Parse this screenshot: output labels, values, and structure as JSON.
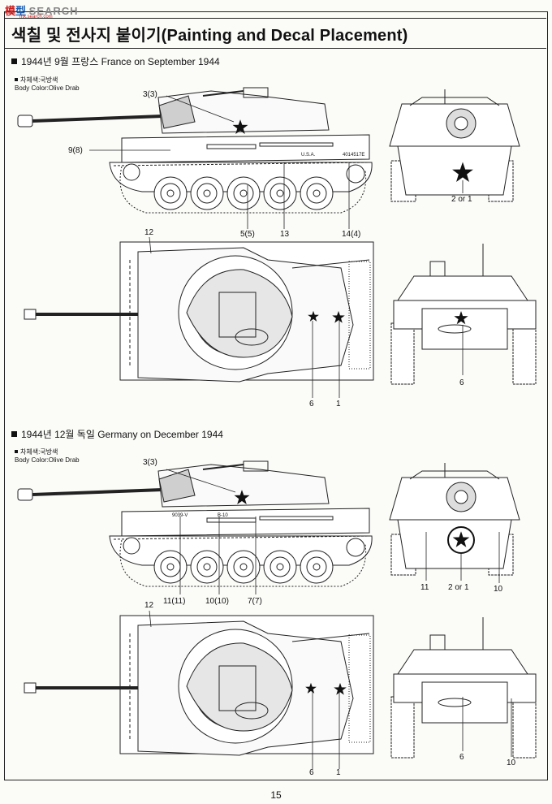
{
  "watermark": {
    "text_a": "模",
    "text_b": "型",
    "text_c": "SEARCH",
    "sub": "mx.search.com"
  },
  "title": "색칠 및 전사지 붙이기(Painting and Decal Placement)",
  "section1": {
    "heading": "1944년 9월 프랑스 France on September 1944",
    "note_ko": "차체색:국방색",
    "note_en": "Body Color:Olive Drab",
    "side_labels": [
      "3(3)",
      "9(8)",
      "5(5)",
      "13",
      "14(4)"
    ],
    "top_labels": [
      "12",
      "6",
      "1"
    ],
    "front_labels": [
      "2 or 1"
    ],
    "rear_labels": [
      "6"
    ],
    "hull_markings": [
      "U.S.A.",
      "4014517E"
    ]
  },
  "section2": {
    "heading": "1944년 12월 독일 Germany on December 1944",
    "note_ko": "차체색:국방색",
    "note_en": "Body Color:Olive Drab",
    "side_labels": [
      "3(3)",
      "11(11)",
      "10(10)",
      "7(7)"
    ],
    "top_labels": [
      "12",
      "6",
      "1"
    ],
    "front_labels": [
      "11",
      "2 or 1",
      "10"
    ],
    "rear_labels": [
      "6",
      "10"
    ],
    "hull_markings": [
      "9039-V",
      "B-10"
    ]
  },
  "page_number": "15"
}
